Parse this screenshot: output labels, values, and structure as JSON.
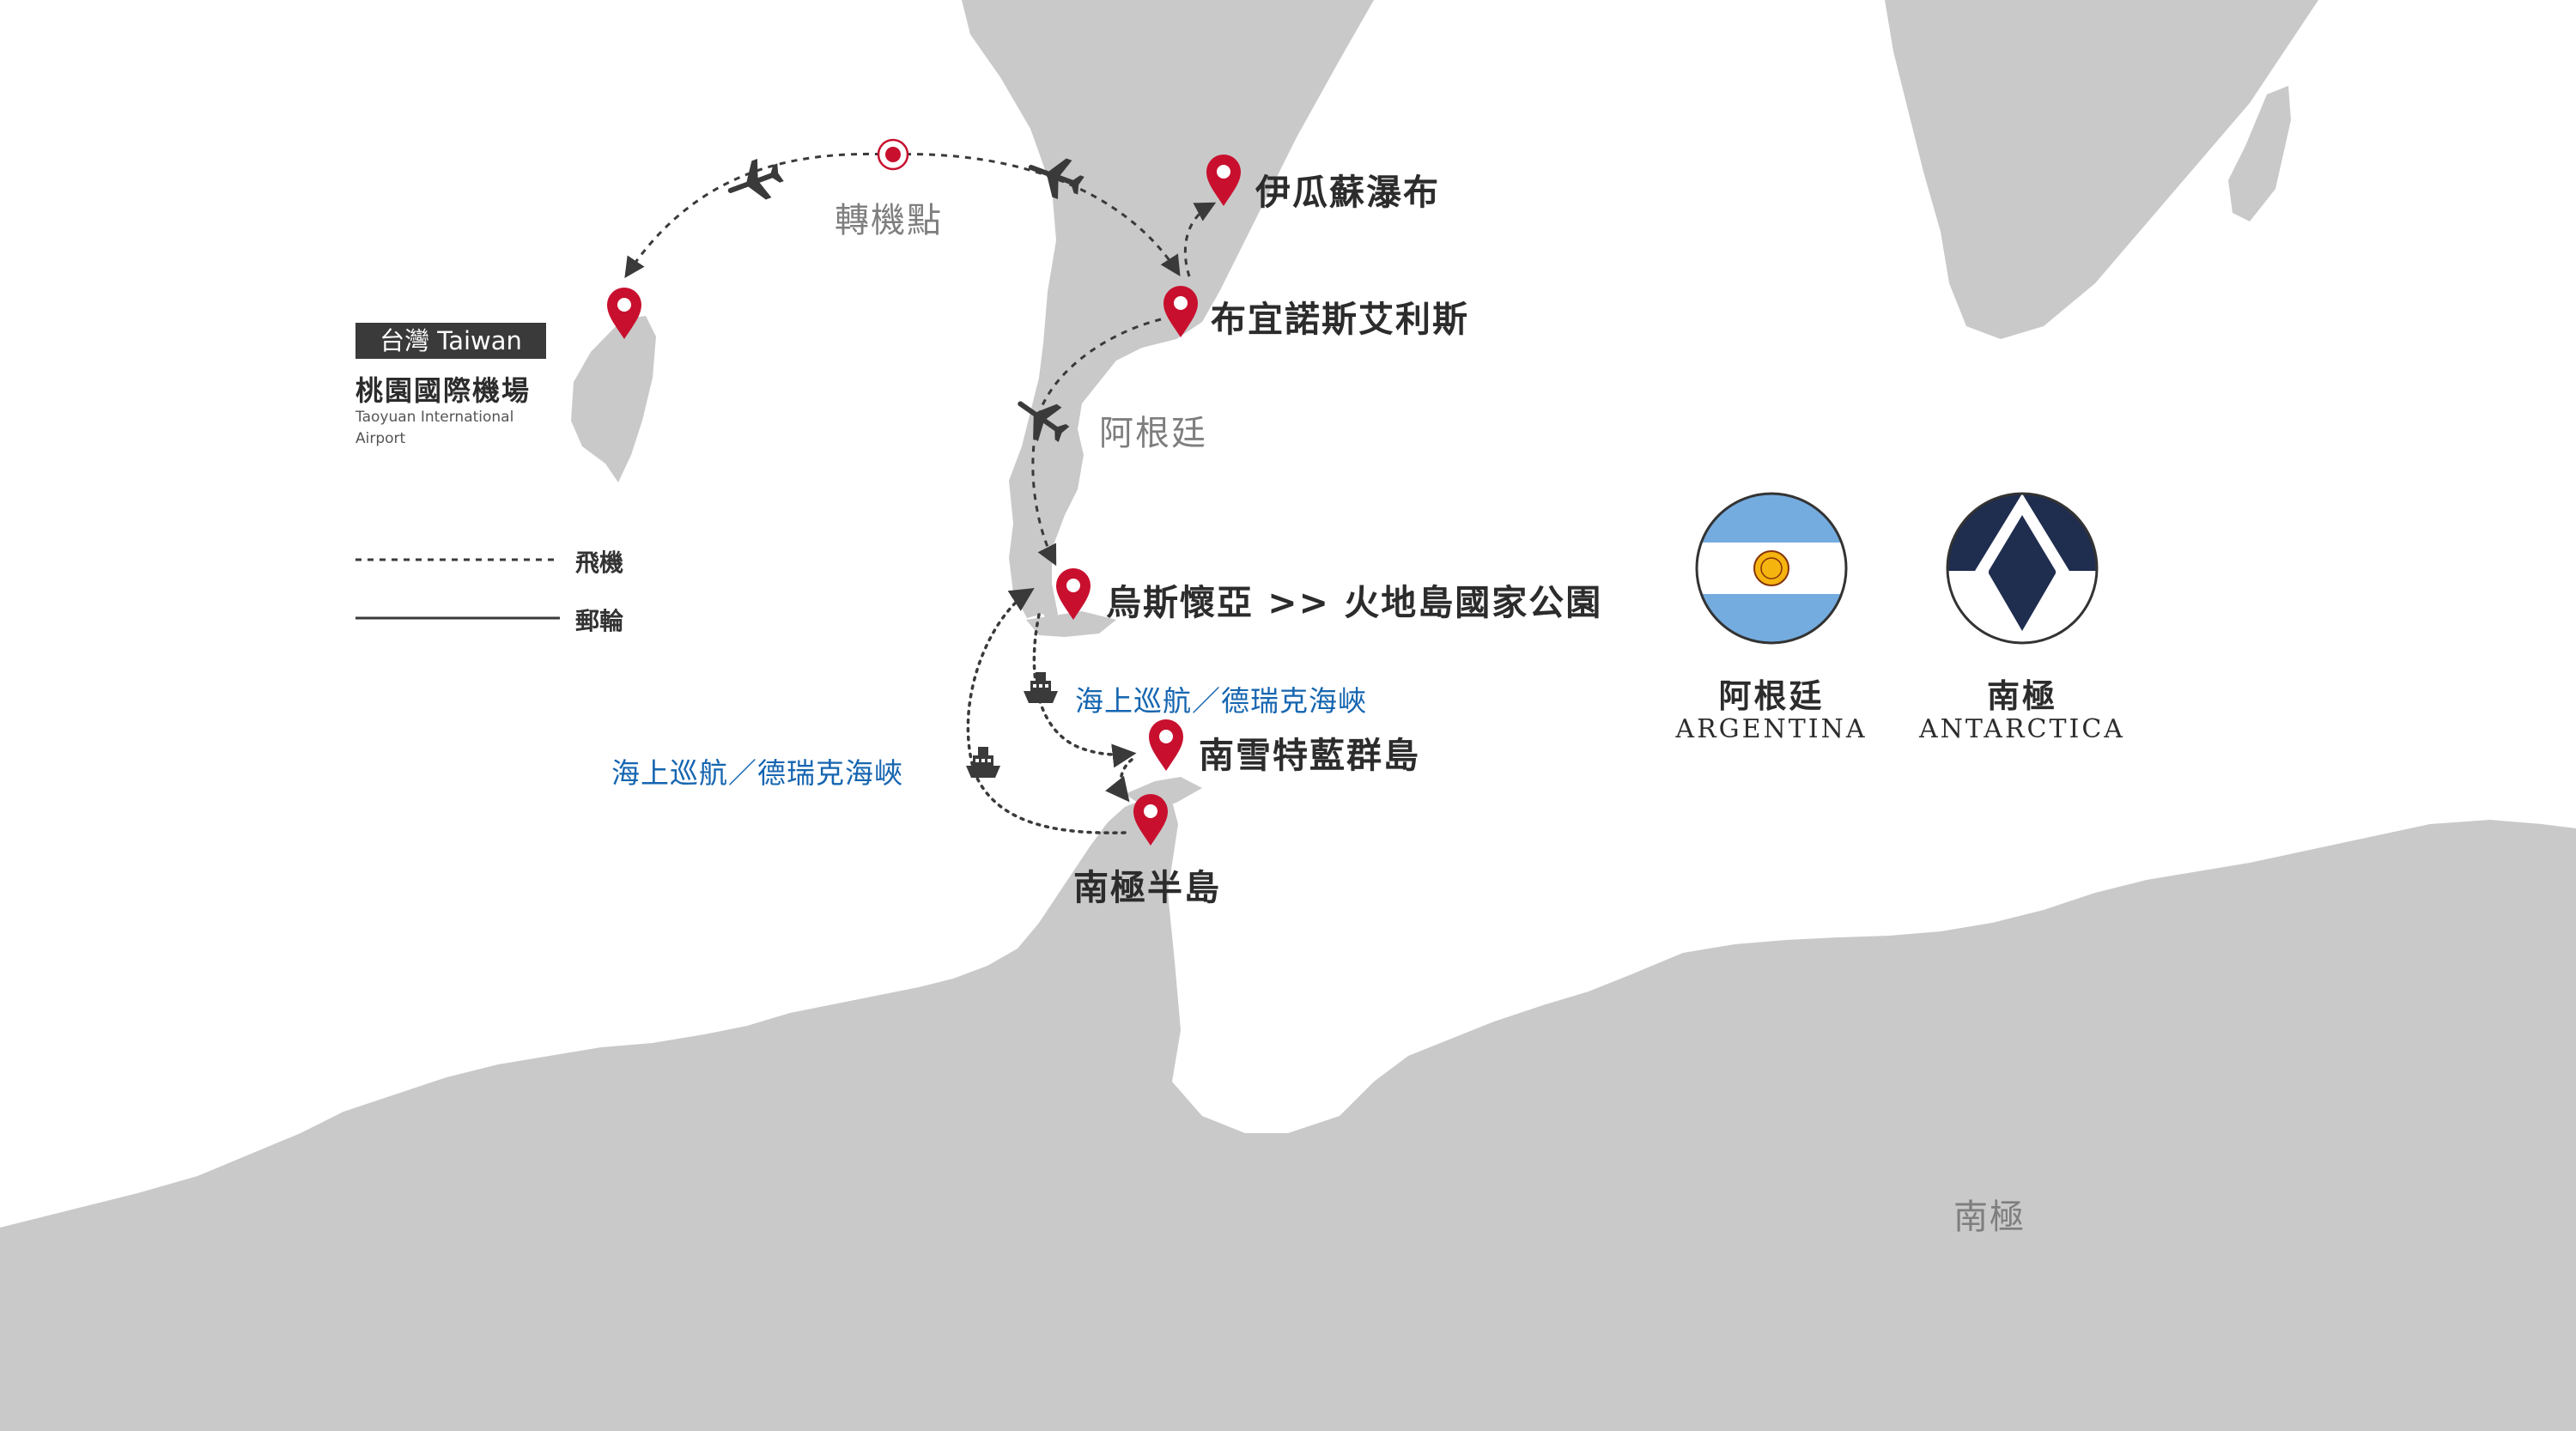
{
  "map": {
    "taiwan_badge": "台灣 Taiwan",
    "airport_zh": "桃園國際機場",
    "airport_en": "Taoyuan International Airport",
    "transfer": "轉機點",
    "destinations": {
      "iguazu": "伊瓜蘇瀑布",
      "buenos_aires": "布宜諾斯艾利斯",
      "ushuaia": "烏斯懷亞 >> 火地島國家公園",
      "south_shetland": "南雪特藍群島",
      "antarctic_peninsula": "南極半島"
    },
    "regions": {
      "argentina": "阿根廷",
      "antarctica": "南極"
    },
    "cruise_routes": [
      "海上巡航／德瑞克海峽",
      "海上巡航／德瑞克海峽"
    ]
  },
  "legend": {
    "flight": "飛機",
    "cruise": "郵輪"
  },
  "flags": [
    {
      "name_zh": "阿根廷",
      "name_en": "ARGENTINA",
      "icon": "argentina-flag-icon"
    },
    {
      "name_zh": "南極",
      "name_en": "ANTARCTICA",
      "icon": "antarctica-flag-icon"
    }
  ],
  "colors": {
    "land": "#c9c9c9",
    "pin": "#c8102e",
    "route": "#3a3a3a",
    "cruise_text": "#1565b0",
    "arg_blue": "#74acdf",
    "ant_navy": "#1f2d4f"
  }
}
